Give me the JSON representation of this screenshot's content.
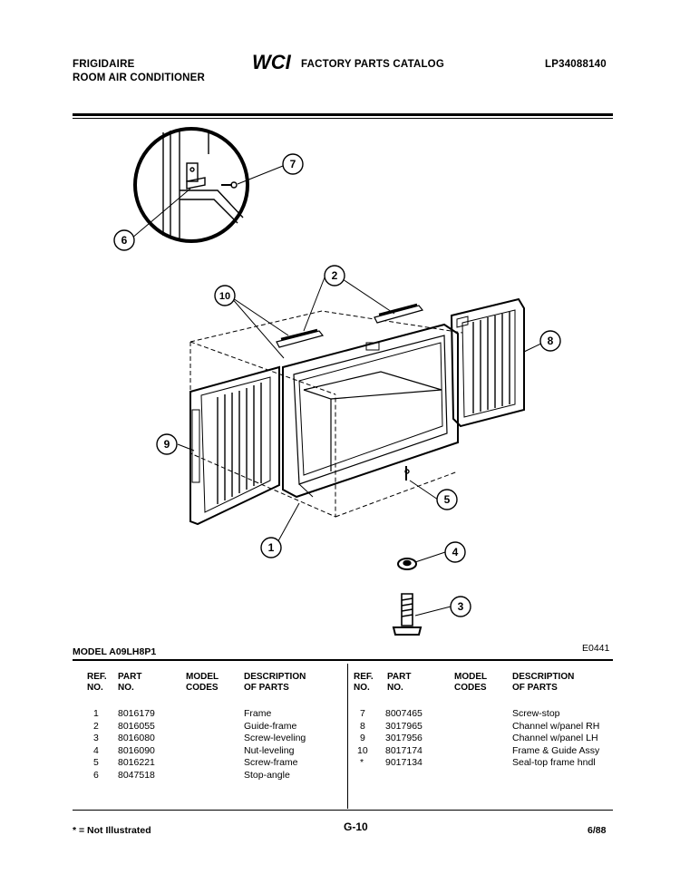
{
  "header": {
    "brand": "FRIGIDAIRE",
    "product": "ROOM AIR CONDITIONER",
    "logo_text": "WCI",
    "catalog": "FACTORY PARTS CATALOG",
    "catalog_number": "LP34088140"
  },
  "diagram": {
    "code": "E0441",
    "callouts": [
      "1",
      "2",
      "3",
      "4",
      "5",
      "6",
      "7",
      "8",
      "9",
      "10"
    ]
  },
  "model": "MODEL A09LH8P1",
  "table": {
    "headers": {
      "ref": "REF.",
      "ref2": "NO.",
      "part": "PART",
      "part2": "NO.",
      "model": "MODEL",
      "model2": "CODES",
      "desc": "DESCRIPTION",
      "desc2": "OF PARTS"
    },
    "left_rows": [
      {
        "ref": "1",
        "part": "8016179",
        "code": "",
        "desc": "Frame"
      },
      {
        "ref": "2",
        "part": "8016055",
        "code": "",
        "desc": "Guide-frame"
      },
      {
        "ref": "3",
        "part": "8016080",
        "code": "",
        "desc": "Screw-leveling"
      },
      {
        "ref": "4",
        "part": "8016090",
        "code": "",
        "desc": "Nut-leveling"
      },
      {
        "ref": "5",
        "part": "8016221",
        "code": "",
        "desc": "Screw-frame"
      },
      {
        "ref": "6",
        "part": "8047518",
        "code": "",
        "desc": "Stop-angle"
      }
    ],
    "right_rows": [
      {
        "ref": "7",
        "part": "8007465",
        "code": "",
        "desc": "Screw-stop"
      },
      {
        "ref": "8",
        "part": "3017965",
        "code": "",
        "desc": "Channel w/panel RH"
      },
      {
        "ref": "9",
        "part": "3017956",
        "code": "",
        "desc": "Channel w/panel LH"
      },
      {
        "ref": "10",
        "part": "8017174",
        "code": "",
        "desc": "Frame & Guide Assy"
      },
      {
        "ref": "*",
        "part": "9017134",
        "code": "",
        "desc": "Seal-top frame hndl"
      }
    ]
  },
  "footer": {
    "note": "* = Not Illustrated",
    "page": "G-10",
    "date": "6/88"
  }
}
